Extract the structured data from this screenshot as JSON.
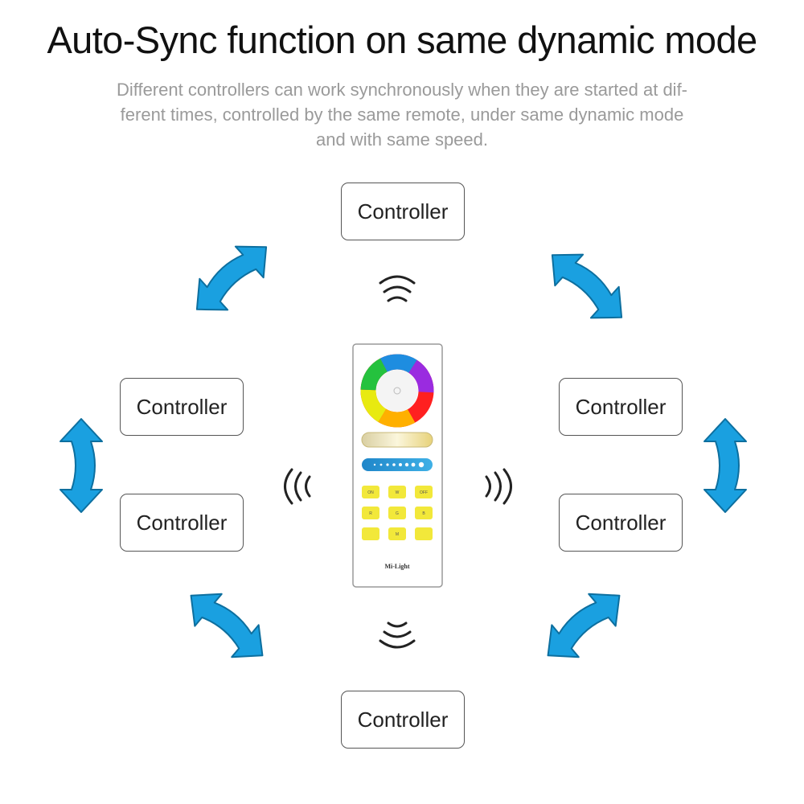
{
  "header": {
    "title": "Auto-Sync function on same dynamic mode",
    "subtitle_lines": [
      "Different controllers can work synchronously when they are started at dif-",
      "ferent times, controlled by the same remote, under same dynamic mode",
      "and with same speed."
    ]
  },
  "controllers": {
    "top": "Controller",
    "left_upper": "Controller",
    "left_lower": "Controller",
    "right_upper": "Controller",
    "right_lower": "Controller",
    "bottom": "Controller"
  },
  "remote": {
    "buttons": [
      "ON",
      "W",
      "OFF",
      "R",
      "G",
      "B",
      "",
      "M",
      ""
    ],
    "brand": "Mi-Light"
  },
  "colors": {
    "arrow_fill": "#1aa0e0",
    "arrow_stroke": "#0d6f9f",
    "button_yellow": "#f2e83a"
  },
  "icons": {
    "arrows": "double-headed-curved-arrow-icon",
    "signal": "wireless-signal-icon"
  }
}
